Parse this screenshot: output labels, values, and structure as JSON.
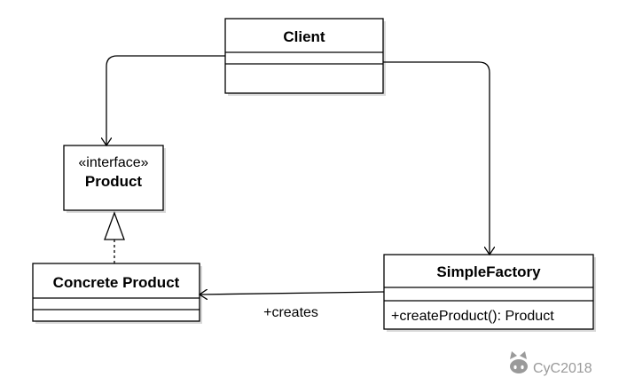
{
  "diagram": {
    "classes": {
      "client": {
        "name": "Client"
      },
      "product": {
        "stereotype": "«interface»",
        "name": "Product"
      },
      "concrete_product": {
        "name": "Concrete Product"
      },
      "simple_factory": {
        "name": "SimpleFactory",
        "method": "+createProduct(): Product"
      }
    },
    "relations": {
      "creates_label": "+creates"
    }
  },
  "watermark": {
    "text": "CyC2018",
    "icon": "github-cat-icon"
  },
  "colors": {
    "stroke": "#000000",
    "shadow": "#d9d9d9",
    "watermark": "#9a9a9a"
  }
}
